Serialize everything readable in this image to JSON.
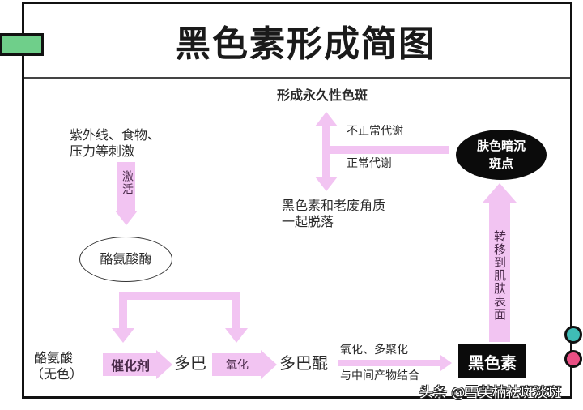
{
  "title": "黑色素形成简图",
  "colors": {
    "arrow": "#f2c4f2",
    "frame": "#111111",
    "tab_green": "#6fcf8a",
    "dot_teal": "#3fbcb6",
    "dot_pink": "#e94f84",
    "node_black": "#0b0b0b"
  },
  "nodes": {
    "stimuli": {
      "line1": "紫外线、食物、",
      "line2": "压力等刺激"
    },
    "tyrosinase": "酪氨酸酶",
    "tyrosine": {
      "line1": "酪氨酸",
      "line2": "（无色）"
    },
    "dopa": "多巴",
    "dopaquinone": "多巴醌",
    "melanin": "黑色素",
    "dark_spots": {
      "line1": "肤色暗沉",
      "line2": "斑点"
    },
    "permanent_spots": "形成永久性色斑",
    "shed": {
      "line1": "黑色素和老废角质",
      "line2": "一起脱落"
    }
  },
  "edges": {
    "activate": "激活",
    "catalyst": "催化剂",
    "oxidize": "氧化",
    "polymerize": {
      "above": "氧化、多聚化",
      "below": "与中间产物结合"
    },
    "transfer": "转移到肌肤表面",
    "abnormal": "不正常代谢",
    "normal": "正常代谢"
  },
  "watermark": "头条 @雪芙楠祛斑淡斑"
}
